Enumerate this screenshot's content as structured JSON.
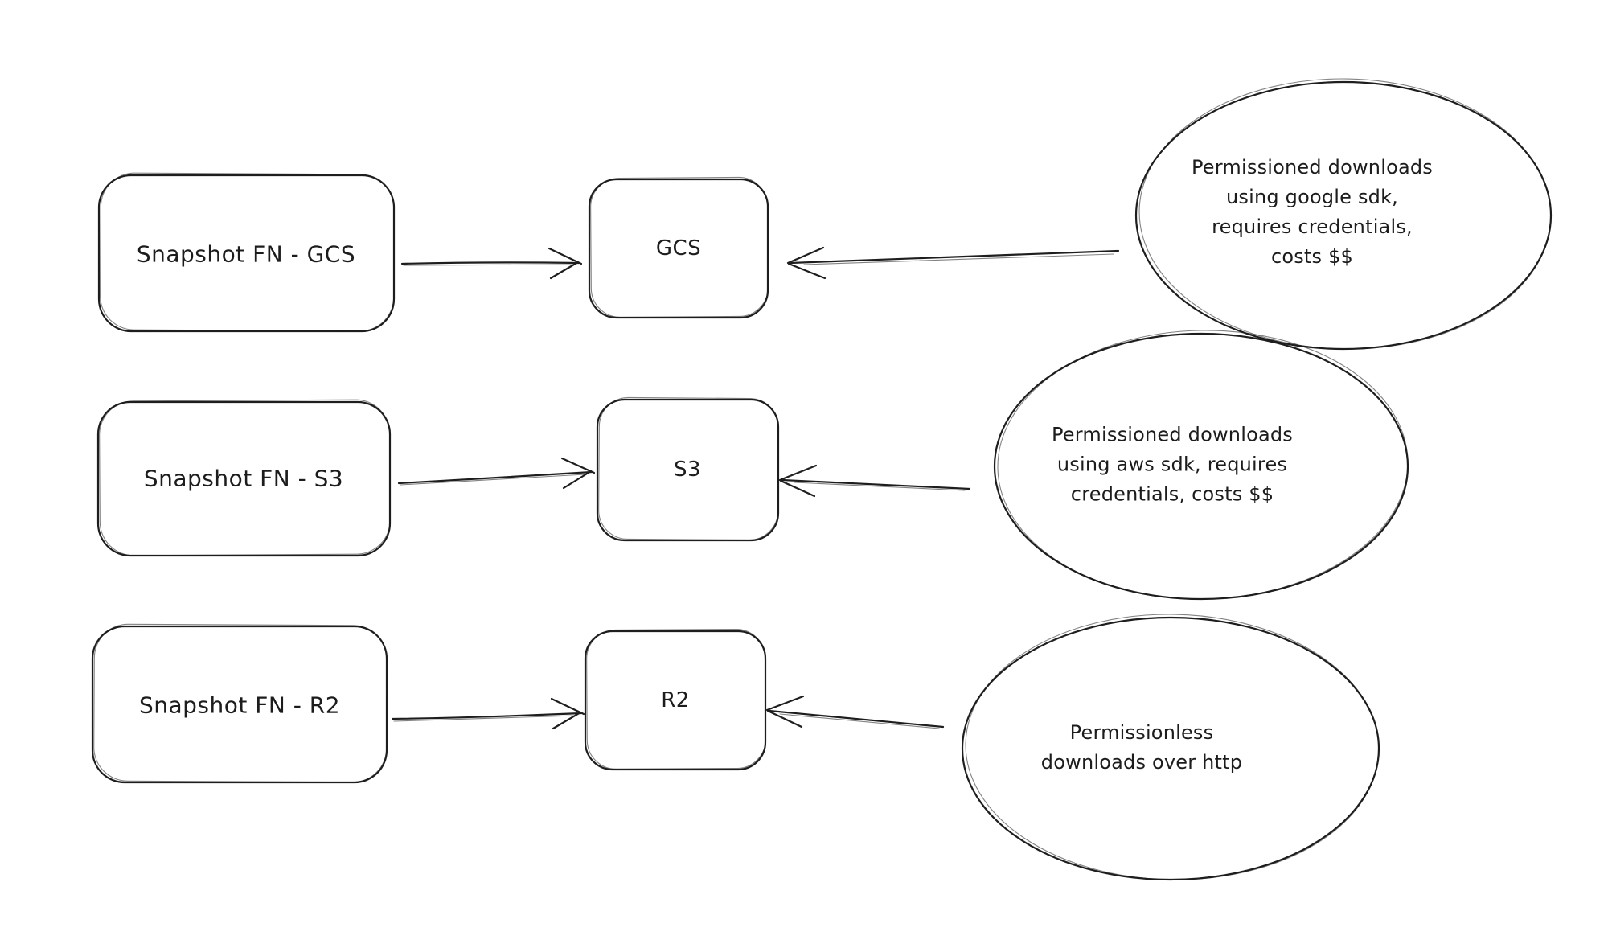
{
  "canvas": {
    "background_color": "#ffffff",
    "ink_color": "#1e1e1e"
  },
  "rows": [
    {
      "id": "gcs",
      "source_label": "Snapshot FN - GCS",
      "target_label": "GCS",
      "note": "Permissioned downloads\nusing google sdk,\nrequires credentials,\ncosts $$"
    },
    {
      "id": "s3",
      "source_label": "Snapshot FN - S3",
      "target_label": "S3",
      "note": "Permissioned downloads\nusing aws sdk, requires\ncredentials, costs $$"
    },
    {
      "id": "r2",
      "source_label": "Snapshot FN - R2",
      "target_label": "R2",
      "note": "Permissionless\ndownloads over http"
    }
  ]
}
